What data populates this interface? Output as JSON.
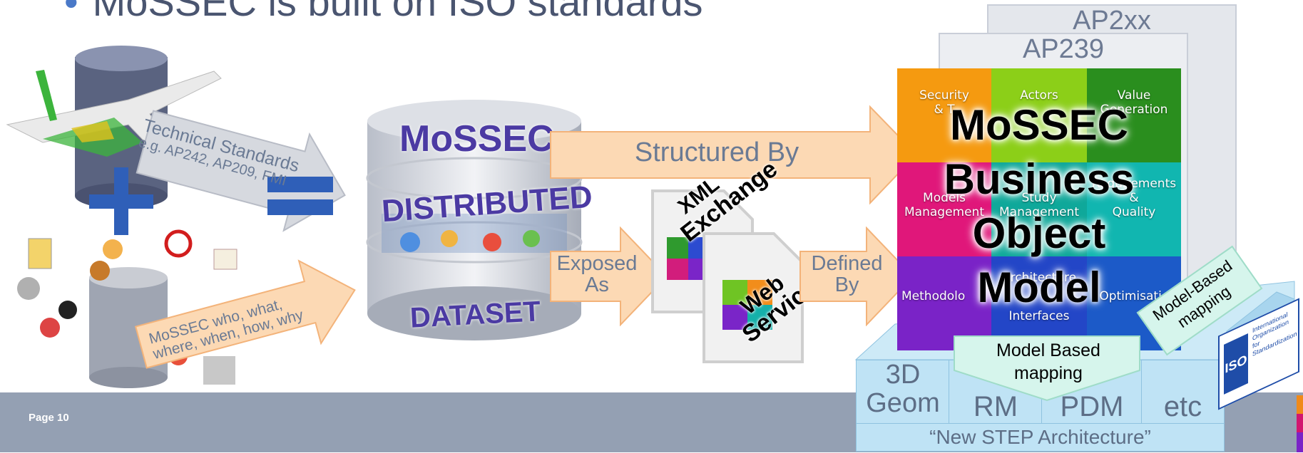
{
  "slide": {
    "title": "MoSSEC is built on ISO standards",
    "page_label": "Page 10"
  },
  "left": {
    "tech_arrow_line1": "Technical Standards",
    "tech_arrow_line2": "e.g. AP242, AP209, FMI",
    "mossec_arrow_line1": "MoSSEC who, what,",
    "mossec_arrow_line2": "where, when, how, why"
  },
  "database": {
    "top": "MoSSEC",
    "middle": "DISTRIBUTED",
    "bottom": "DATASET"
  },
  "arrows": {
    "structured_by": "Structured By",
    "exposed_line1": "Exposed",
    "exposed_line2": "As",
    "defined_line1": "Defined",
    "defined_line2": "By"
  },
  "documents": {
    "doc1_word1": "XML",
    "doc1_word2": "Exchange",
    "doc2_word1": "Web",
    "doc2_word2": "Services"
  },
  "stack": {
    "ap2xx": "AP2xx",
    "ap239": "AP239",
    "puzzle": {
      "p1a": "Security",
      "p1b": "& T",
      "p2": "Actors",
      "p3a": "Value",
      "p3b": "Generation",
      "p4a": "Models",
      "p4b": "Management",
      "p5a": "Study",
      "p5b": "Management",
      "p6a": "Requirements",
      "p6b": "&",
      "p6c": "Quality",
      "p7": "Methodolo",
      "p8a": "Architecture",
      "p8b": "Interfaces",
      "p9": "Optimisation"
    },
    "big_line1": "MoSSEC",
    "big_line2": "Business",
    "big_line3": "Object",
    "big_line4": "Model",
    "model_based_line1": "Model Based",
    "model_based_line2": "mapping",
    "model_based_tilted_line1": "Model-Based",
    "model_based_tilted_line2": "mapping",
    "base_3d_line1": "3D",
    "base_3d_line2": "Geom",
    "base_rm": "RM",
    "base_pdm": "PDM",
    "base_etc": "etc",
    "new_step": "“New STEP Architecture”",
    "iso_logo": "ISO",
    "iso_org_line1": "International",
    "iso_org_line2": "Organization for",
    "iso_org_line3": "Standardization"
  },
  "colors": {
    "footer": "#94a0b3",
    "arrow_fill": "#fcd9b4",
    "arrow_stroke": "#f3b37a",
    "gray_arrow": "#dcdfe4",
    "plus_equals": "#2f5fb8",
    "db_text": "#4b3aa3",
    "puzzle_orange": "#f59a10",
    "puzzle_lime": "#8ccf18",
    "puzzle_green": "#2a8e1e",
    "puzzle_magenta": "#e0177a",
    "puzzle_teal": "#0fa89a",
    "puzzle_cyan": "#11b6b0",
    "puzzle_purple": "#7a23c7",
    "puzzle_blue": "#2346c7",
    "puzzle_navy": "#1c5ac8"
  }
}
